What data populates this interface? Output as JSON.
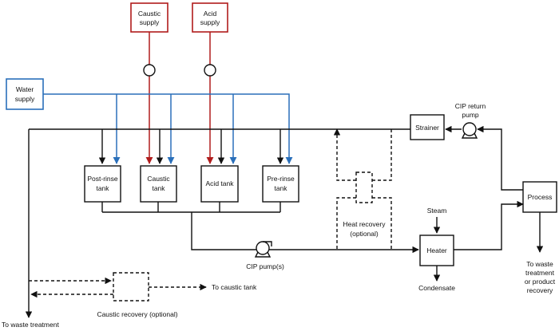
{
  "colors": {
    "water": "#2a6fba",
    "chemical": "#b01c1c",
    "process": "#111111"
  },
  "labels": {
    "caustic_supply": [
      "Caustic",
      "supply"
    ],
    "acid_supply": [
      "Acid",
      "supply"
    ],
    "water_supply": [
      "Water",
      "supply"
    ],
    "post_rinse_tank": [
      "Post-rinse",
      "tank"
    ],
    "caustic_tank": [
      "Caustic",
      "tank"
    ],
    "acid_tank": "Acid tank",
    "pre_rinse_tank": [
      "Pre-rinse",
      "tank"
    ],
    "strainer": "Strainer",
    "cip_return_pump": [
      "CIP return",
      "pump"
    ],
    "process": "Process",
    "heater": "Heater",
    "steam": "Steam",
    "condensate": "Condensate",
    "cip_pumps": "CIP pump(s)",
    "heat_recovery": [
      "Heat recovery",
      "(optional)"
    ],
    "caustic_recovery": "Caustic recovery (optional)",
    "to_caustic_tank": "To caustic tank",
    "to_waste_treatment": "To waste treatment",
    "to_waste_or_recovery": [
      "To waste",
      "treatment",
      "or product",
      "recovery"
    ]
  }
}
